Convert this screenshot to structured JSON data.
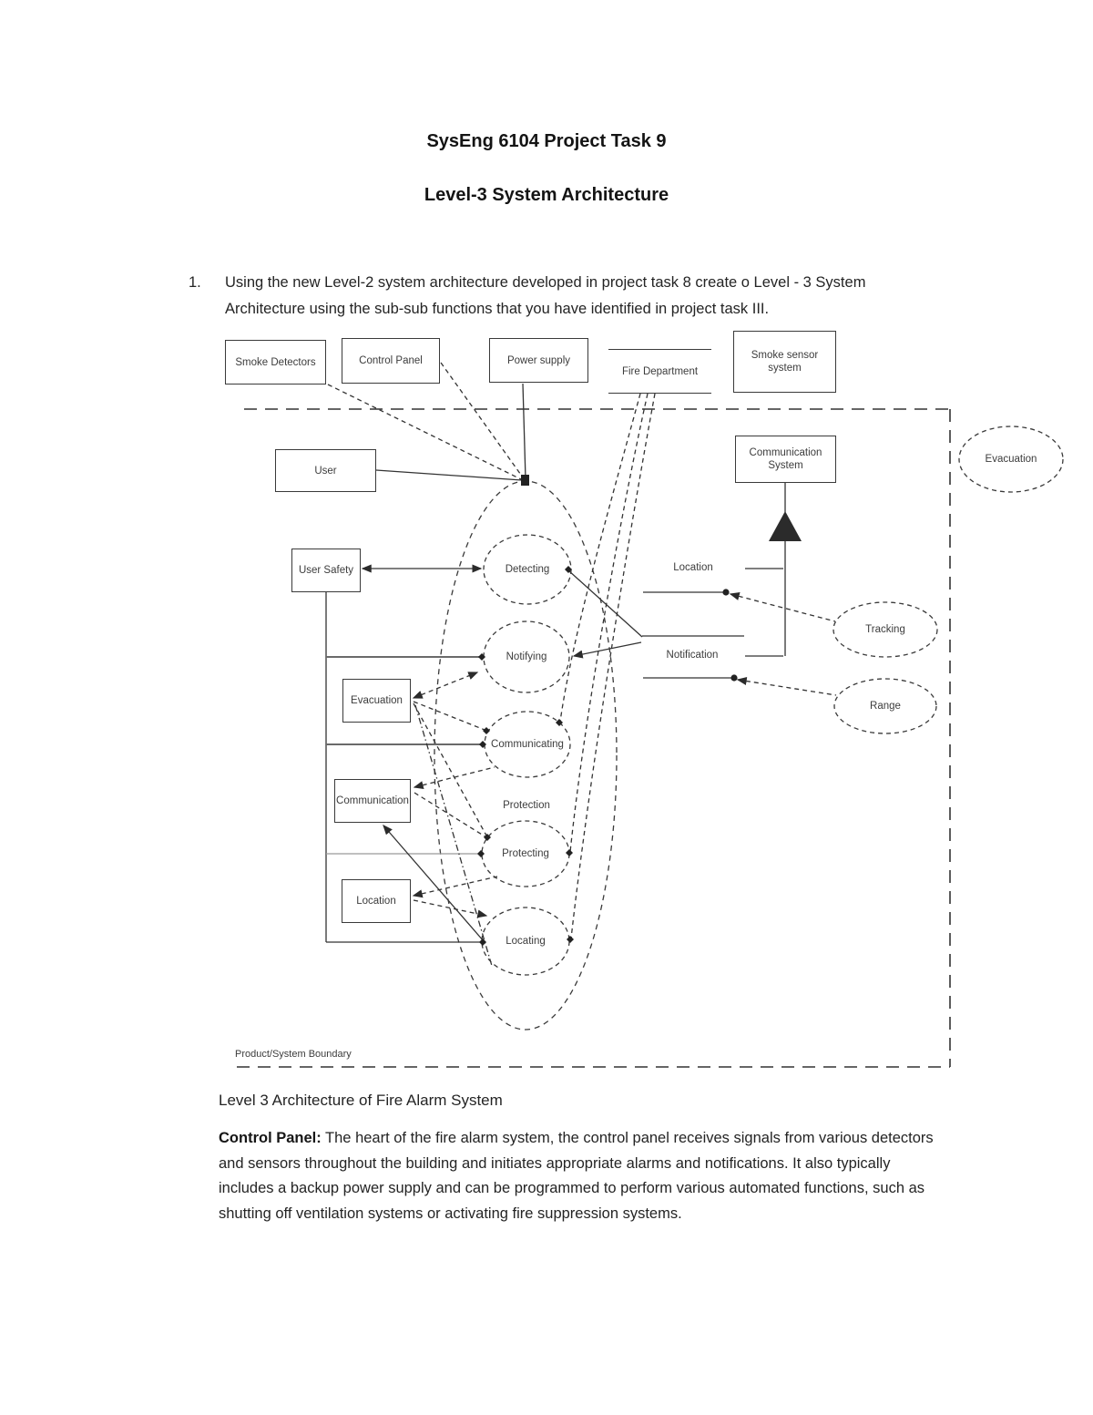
{
  "colors": {
    "ink": "#2b2b2b",
    "paper": "#ffffff"
  },
  "page": {
    "title": "SysEng 6104 Project Task 9",
    "subtitle": "Level-3 System Architecture",
    "list_item": {
      "marker": "1.",
      "text": "Using the new Level-2 system architecture developed in project task 8 create o Level - 3 System Architecture using the sub-sub functions that you have identified in project task III."
    },
    "caption": "Level 3 Architecture of Fire Alarm System",
    "paragraph": {
      "lead": "Control Panel:",
      "body": " The heart of the fire alarm system, the control panel receives signals from various detectors and sensors throughout the building and initiates appropriate alarms and notifications. It also typically includes a backup power supply and can be programmed to perform various automated functions, such as shutting off ventilation systems or activating fire suppression systems."
    }
  },
  "diagram": {
    "boundary_label": "Product/System Boundary",
    "boxes": {
      "smoke_detectors": "Smoke Detectors",
      "control_panel": "Control Panel",
      "power_supply": "Power supply",
      "fire_department": "Fire Department",
      "smoke_sensor_line1": "Smoke sensor",
      "smoke_sensor_line2": "system",
      "user": "User",
      "comm_system_line1": "Communication",
      "comm_system_line2": "System",
      "user_safety": "User Safety",
      "evacuation": "Evacuation",
      "communication": "Communication",
      "location": "Location"
    },
    "functions": {
      "detecting": "Detecting",
      "notifying": "Notifying",
      "communicating": "Communicating",
      "protecting": "Protecting",
      "locating": "Locating"
    },
    "external": {
      "evacuation": "Evacuation",
      "tracking": "Tracking",
      "range": "Range"
    },
    "flow_labels": {
      "location": "Location",
      "notification": "Notification",
      "protection": "Protection"
    }
  }
}
